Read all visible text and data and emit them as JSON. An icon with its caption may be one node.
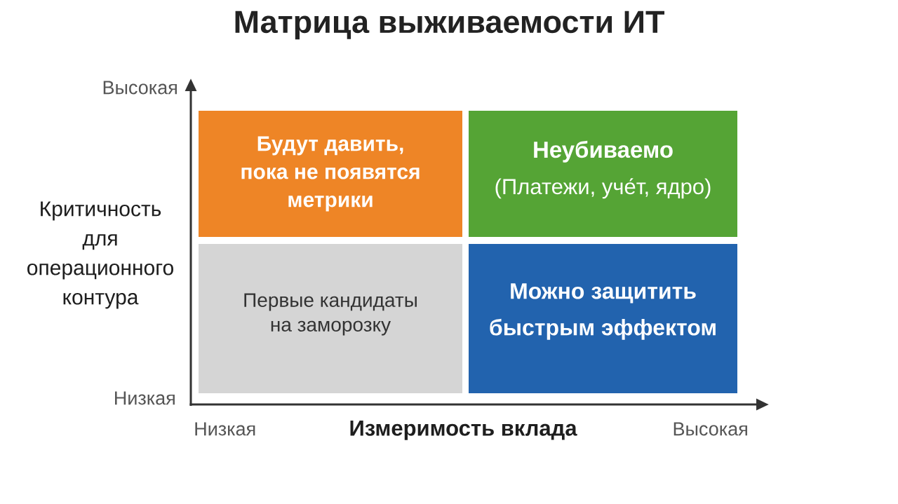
{
  "diagram": {
    "title": "Матрица выживаемости ИТ",
    "nodes": [
      {
        "text": [
          "Будут давить, пока не появятся метрики"
        ]
      },
      {
        "text": [
          "Неубиваемо",
          "(Платежи, уче́т, ядро)"
        ]
      },
      {
        "text": [
          "Первые кандидаты на заморозку"
        ]
      },
      {
        "text": [
          "Можно защитить быстрым эффектом"
        ]
      }
    ],
    "labels": [
      "Высокая",
      "Критичность для операционного контура",
      "Низкая",
      "Низкая",
      "Измеримость вклада",
      "Высокая"
    ]
  }
}
